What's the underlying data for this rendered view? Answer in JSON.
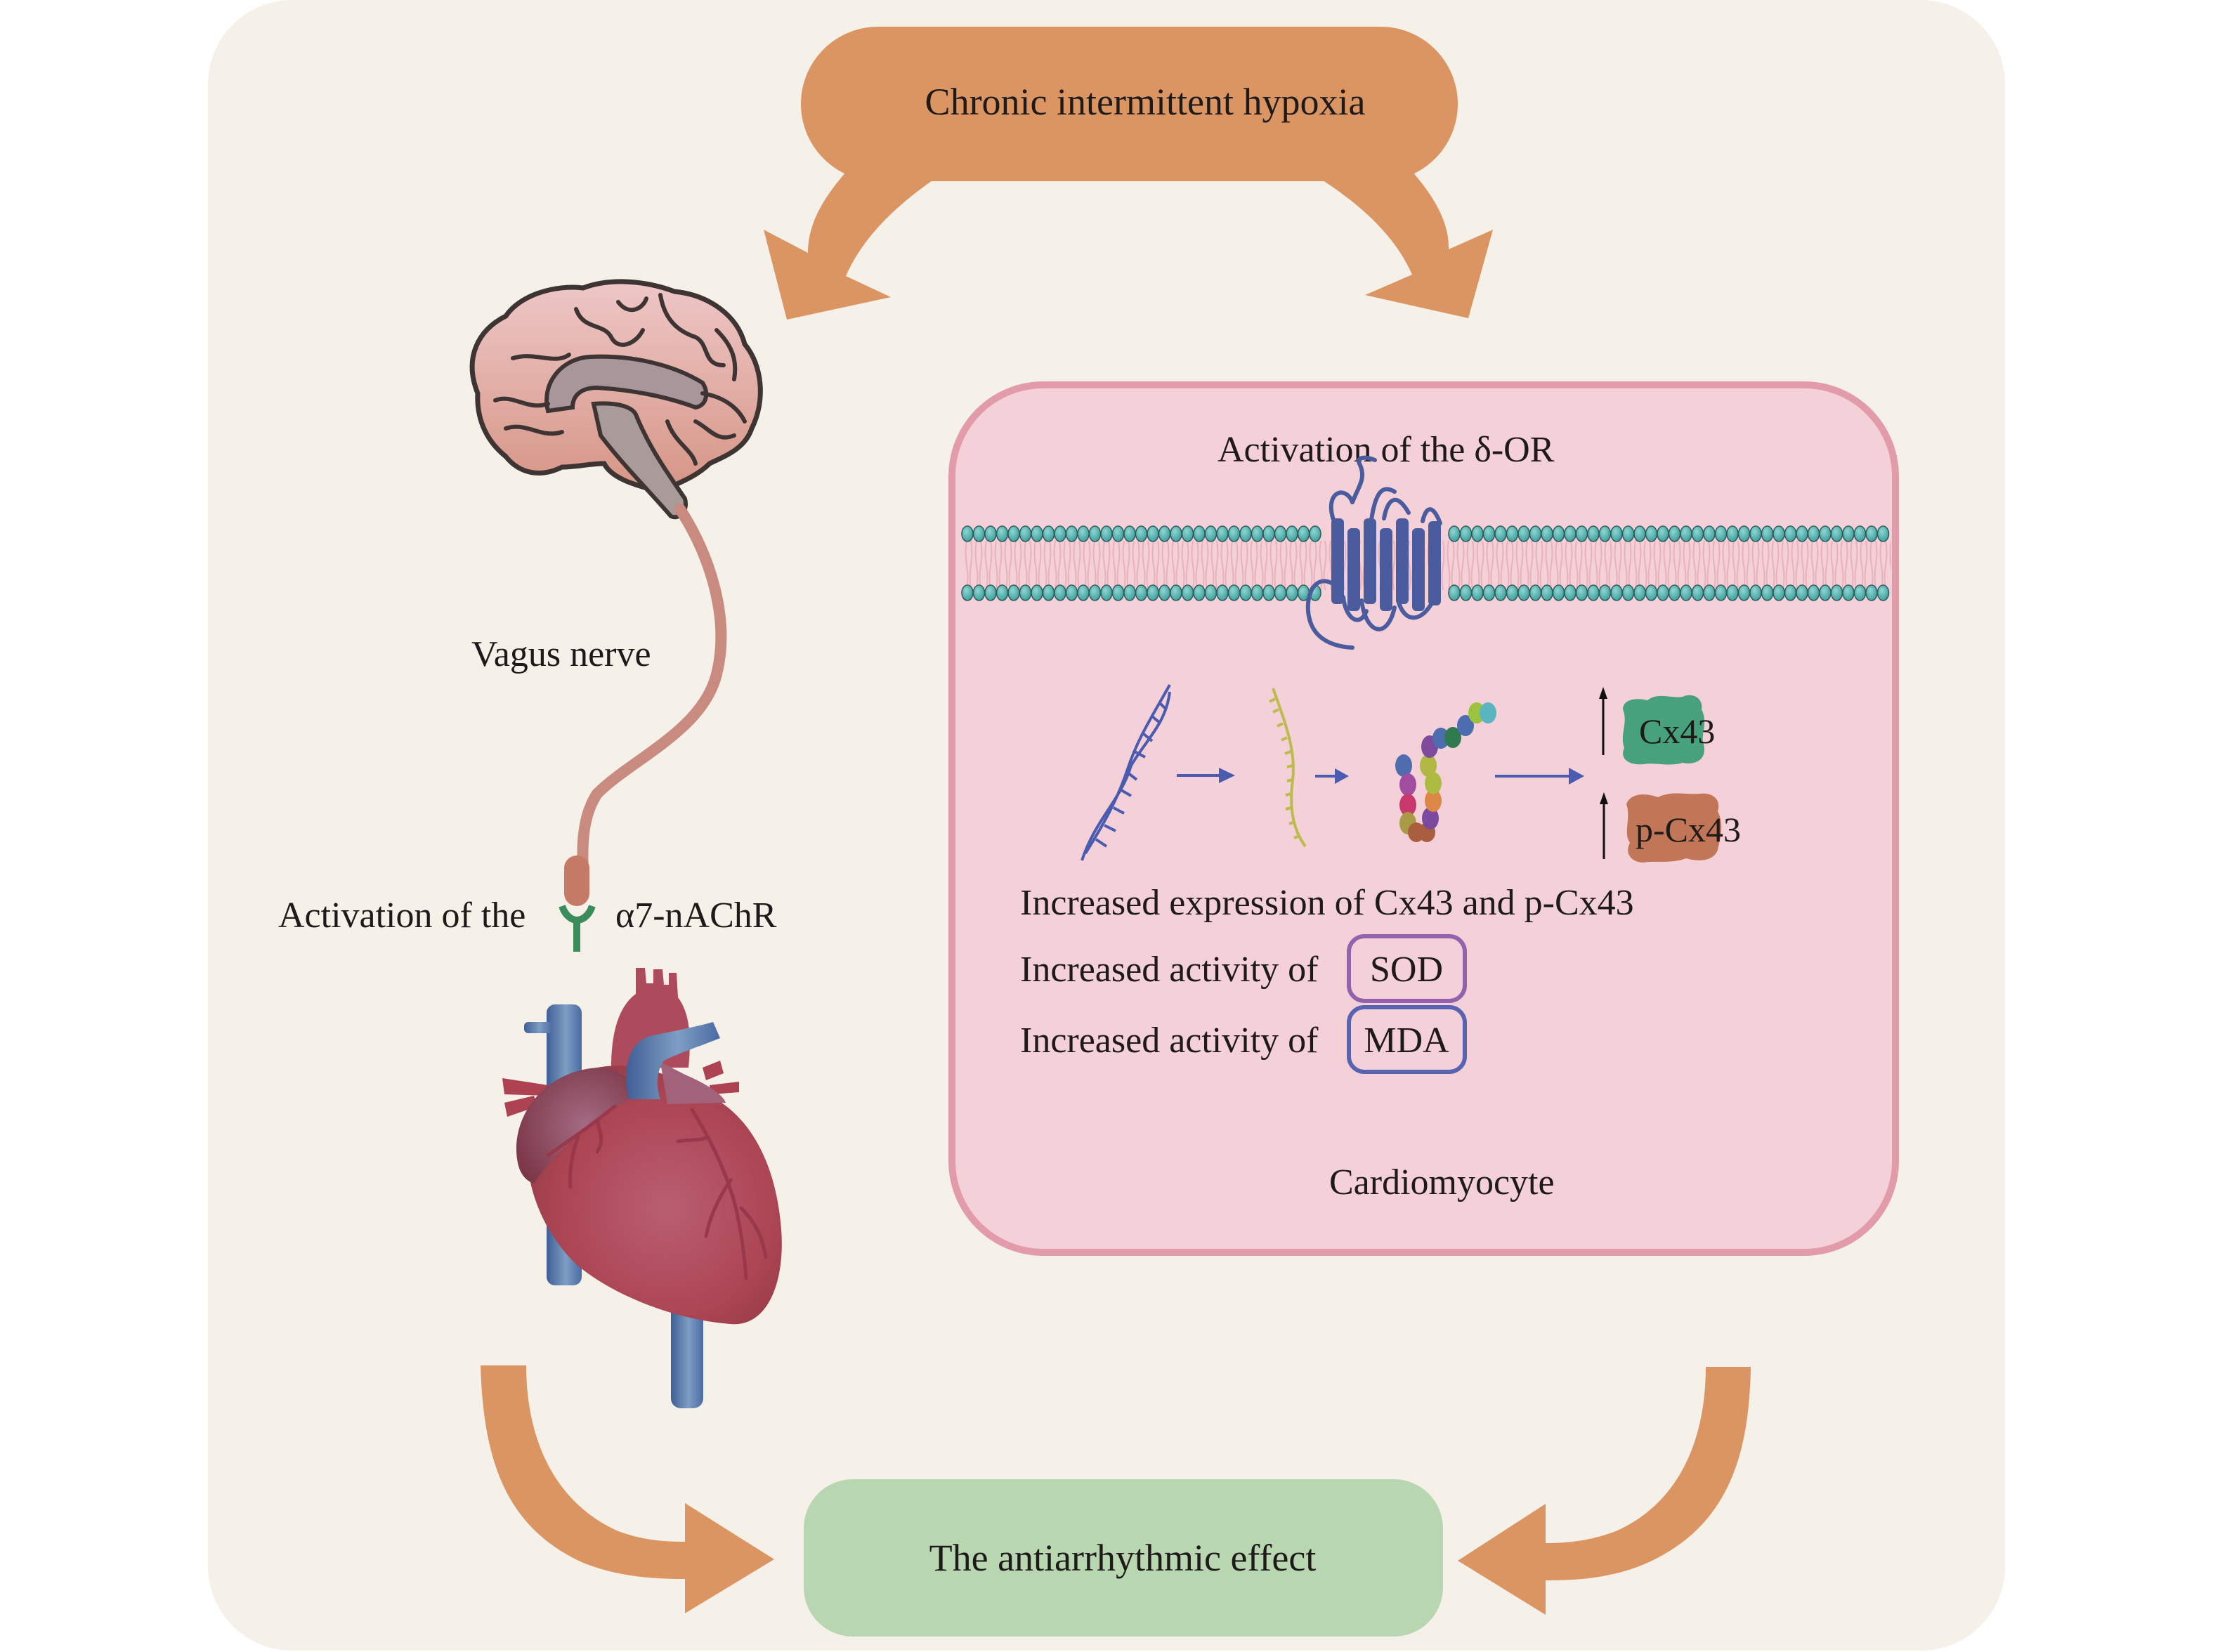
{
  "figure": {
    "top_node": {
      "label": "Chronic intermittent hypoxia"
    },
    "left_pathway": {
      "nerve_label": "Vagus nerve",
      "receptor_prefix": "Activation of the",
      "receptor_name": "α7-nAChR"
    },
    "cardiomyocyte": {
      "receptor_title": "Activation of the δ-OR",
      "protein_labels": [
        "Cx43",
        "p-Cx43"
      ],
      "effects": [
        {
          "text": "Increased expression of Cx43 and p-Cx43"
        },
        {
          "text": "Increased activity of",
          "chip": "SOD"
        },
        {
          "text": "Increased activity of",
          "chip": "MDA"
        }
      ],
      "cell_label": "Cardiomyocyte"
    },
    "outcome_node": {
      "label": "The antiarrhythmic effect"
    }
  },
  "colors": {
    "frame_bg": "#f5f0e8",
    "arrow_orange": "#da9563",
    "cell_fill": "#f4d0d8",
    "cell_border": "#e29ca9",
    "outcome_fill": "#b8d6b0",
    "membrane_head": "#5bb5b3",
    "receptor_blue": "#4a5b9e",
    "cx43_green": "#46a17c",
    "pcx43_orange": "#c27658",
    "sod_border": "#9461ad",
    "mda_border": "#5863b1"
  }
}
